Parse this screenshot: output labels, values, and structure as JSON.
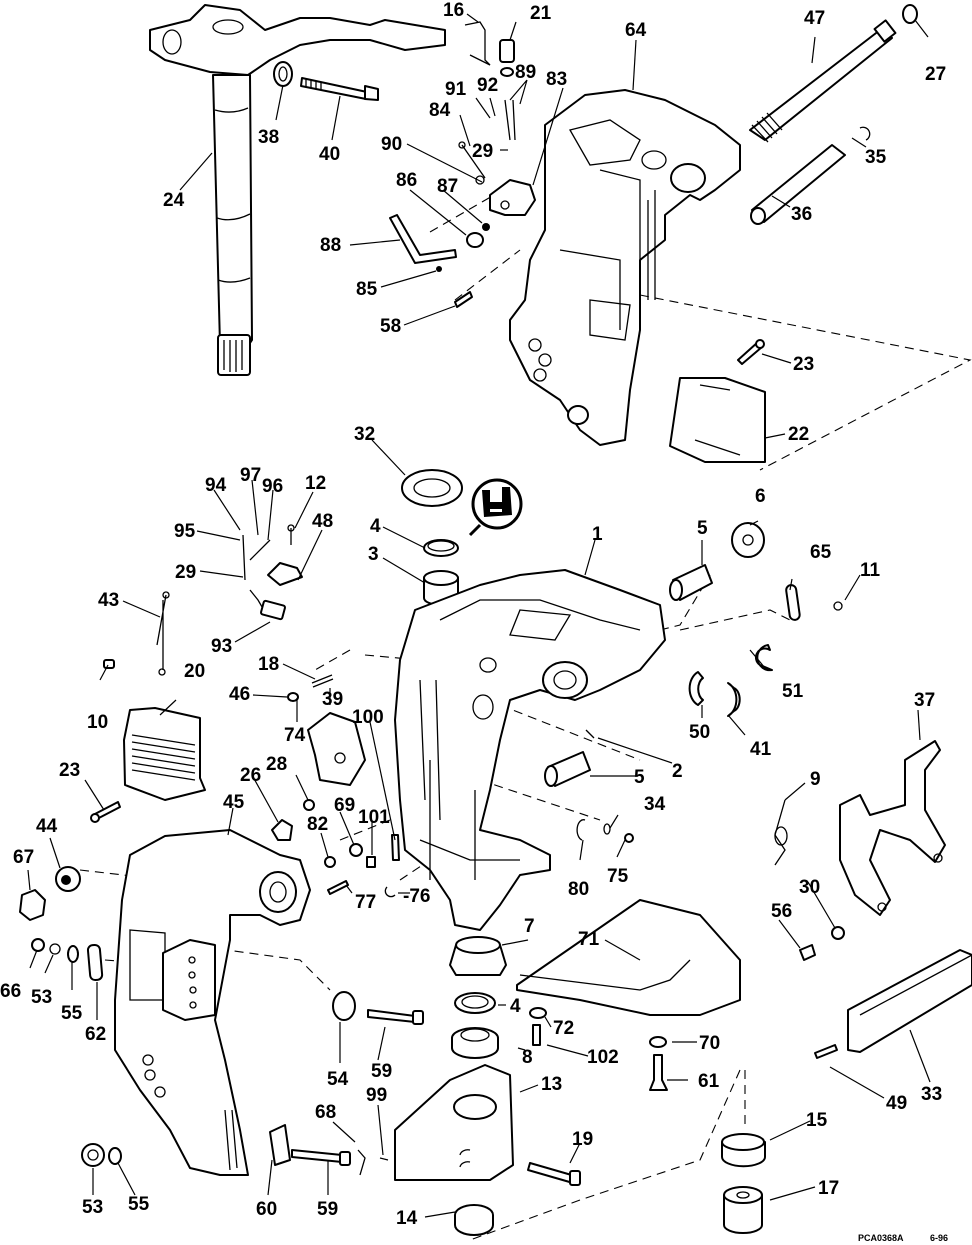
{
  "diagram": {
    "title": "Exploded view: swivel bracket, stern bracket and steering arm assembly",
    "footer_code": "PCA0368A",
    "footer_date": "6-96",
    "symbol": "sealant-application-icon",
    "callouts": {
      "c16": "16",
      "c21": "21",
      "c47": "47",
      "c27": "27",
      "c64": "64",
      "c38": "38",
      "c40": "40",
      "c24": "24",
      "c91": "91",
      "c92": "92",
      "c89": "89",
      "c83": "83",
      "c84": "84",
      "c29a": "29",
      "c35": "35",
      "c90": "90",
      "c86": "86",
      "c87": "87",
      "c36": "36",
      "c88": "88",
      "c85": "85",
      "c58": "58",
      "c23a": "23",
      "c22": "22",
      "c32": "32",
      "c94": "94",
      "c97": "97",
      "c96": "96",
      "c12": "12",
      "c48": "48",
      "c95": "95",
      "c4a": "4",
      "c6": "6",
      "c5a": "5",
      "c1": "1",
      "c3": "3",
      "c65": "65",
      "c11": "11",
      "c29b": "29",
      "c43": "43",
      "c93": "93",
      "c18": "18",
      "c51": "51",
      "c10": "10",
      "c20": "20",
      "c46": "46",
      "c39": "39",
      "c74": "74",
      "c100": "100",
      "c50": "50",
      "c41": "41",
      "c37": "37",
      "c2": "2",
      "c5b": "5",
      "c23b": "23",
      "c26": "26",
      "c28": "28",
      "c45": "45",
      "c69": "69",
      "c82": "82",
      "c101": "101",
      "c9": "9",
      "c34": "34",
      "c44": "44",
      "c67": "67",
      "c77": "77",
      "c76": "-76",
      "c80": "80",
      "c75": "75",
      "c30": "30",
      "c56": "56",
      "c7": "7",
      "c71": "71",
      "c66": "66",
      "c53a": "53",
      "c55a": "55",
      "c62": "62",
      "c4b": "4",
      "c72": "72",
      "c70": "70",
      "c8": "8",
      "c102": "102",
      "c61": "61",
      "c54": "54",
      "c59a": "59",
      "c13": "13",
      "c49": "49",
      "c33": "33",
      "c68": "68",
      "c99": "99",
      "c15": "15",
      "c19": "19",
      "c53b": "53",
      "c55b": "55",
      "c60": "60",
      "c59b": "59",
      "c14": "14",
      "c17": "17"
    }
  }
}
